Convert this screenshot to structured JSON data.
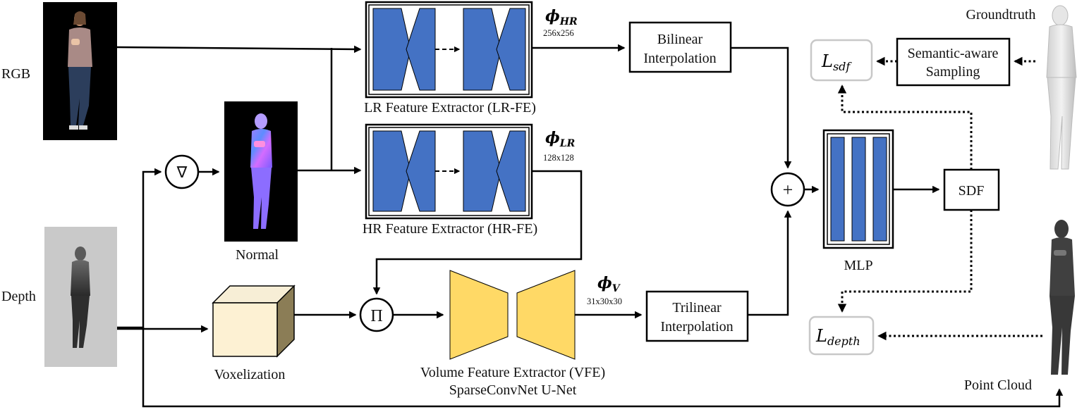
{
  "inputs": {
    "rgb_label": "RGB",
    "depth_label": "Depth",
    "normal_label": "Normal"
  },
  "operators": {
    "gradient_symbol": "∇",
    "product_symbol": "Π",
    "sum_symbol": "+"
  },
  "lr_fe": {
    "label": "LR Feature Extractor (LR-FE)",
    "phi_symbol": "ϕ",
    "phi_subscript": "HR",
    "resolution": "256x256"
  },
  "hr_fe": {
    "label": "HR Feature Extractor (HR-FE)",
    "phi_symbol": "ϕ",
    "phi_subscript": "LR",
    "resolution": "128x128"
  },
  "vfe": {
    "label_line1": "Volume Feature Extractor (VFE)",
    "label_line2": "SparseConvNet U-Net",
    "phi_symbol": "ϕ",
    "phi_subscript": "V",
    "resolution": "31x30x30"
  },
  "voxelization": {
    "label": "Voxelization"
  },
  "bilinear": {
    "line1": "Bilinear",
    "line2": "Interpolation"
  },
  "trilinear": {
    "line1": "Trilinear",
    "line2": "Interpolation"
  },
  "mlp": {
    "label": "MLP"
  },
  "sdf": {
    "label": "SDF"
  },
  "semantic_sampling": {
    "line1": "Semantic-aware",
    "line2": "Sampling"
  },
  "losses": {
    "sdf_base": "L",
    "sdf_sub": "sdf",
    "depth_base": "L",
    "depth_sub": "depth"
  },
  "outputs": {
    "groundtruth_label": "Groundtruth",
    "point_cloud_label": "Point Cloud"
  },
  "colors": {
    "encoder_blue": "#4472c4",
    "vfe_yellow": "#ffd966",
    "voxel_front": "#fdf1d3",
    "voxel_top": "#f7eed6",
    "voxel_side": "#8b7d56",
    "loss_border": "#c8c8c8"
  }
}
